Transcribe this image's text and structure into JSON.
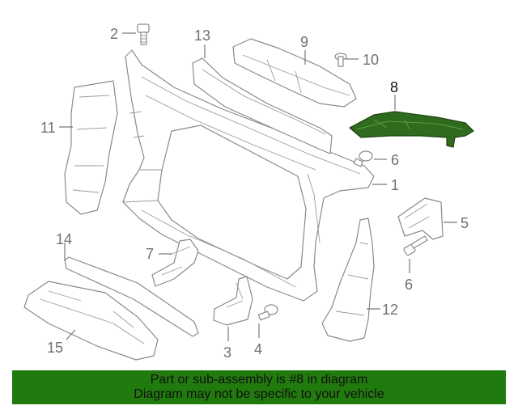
{
  "callouts": {
    "c1": "1",
    "c2": "2",
    "c3": "3",
    "c4": "4",
    "c5": "5",
    "c6a": "6",
    "c6b": "6",
    "c7": "7",
    "c8": "8",
    "c9": "9",
    "c10": "10",
    "c11": "11",
    "c12": "12",
    "c13": "13",
    "c14": "14",
    "c15": "15"
  },
  "highlighted_part": "8",
  "banner": {
    "line1": "Part or sub-assembly is #8 in diagram",
    "line2": "Diagram may not be specific to your vehicle",
    "bg_color": "#217a0d"
  },
  "colors": {
    "part_highlight": "#2f6b1e",
    "outline": "#8a8a8a"
  }
}
